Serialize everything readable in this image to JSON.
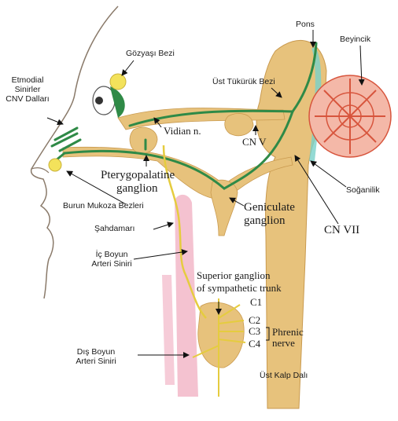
{
  "colors": {
    "tan": "#e7c27c",
    "tan_dark": "#c99a4f",
    "nerve_green": "#2f8a47",
    "nerve_yellow": "#e5cc3f",
    "gland_yellow": "#f3e25b",
    "artery_pink": "#f2b7c8",
    "cerebellum_red": "#d7553d",
    "skin_outline": "#8a7a6a",
    "cyan_band": "#79d1c9"
  },
  "labels": {
    "etmodial": [
      "Etmodial",
      "Sinirler",
      "CNV Dalları"
    ],
    "gozyasi_bezi": "Gözyaşı Bezi",
    "pons": "Pons",
    "beyincik": "Beyincik",
    "ust_tukuruk_bezi": "Üst Tükürük Bezi",
    "vidian": "Vidian n.",
    "cn_v": "CN V",
    "pterygopalatine": [
      "Pterygopalatine",
      "ganglion"
    ],
    "soganilik": "Soğanilik",
    "burun_mukoza": "Burun Mukoza Bezleri",
    "geniculate": [
      "Geniculate",
      "ganglion"
    ],
    "cn_vii": "CN VII",
    "sahdamari": "Şahdamarı",
    "ic_boyun": [
      "İç Boyun",
      "Arteri Siniri"
    ],
    "superior_ganglion": [
      "Superior ganglion",
      "of sympathetic trunk"
    ],
    "c1": "C1",
    "c2": "C2",
    "c3": "C3",
    "c4": "C4",
    "phrenic": [
      "Phrenic",
      "nerve"
    ],
    "dis_boyun": [
      "Dış Boyun",
      "Arteri Siniri"
    ],
    "ust_kalp": "Üst Kalp Dalı"
  }
}
